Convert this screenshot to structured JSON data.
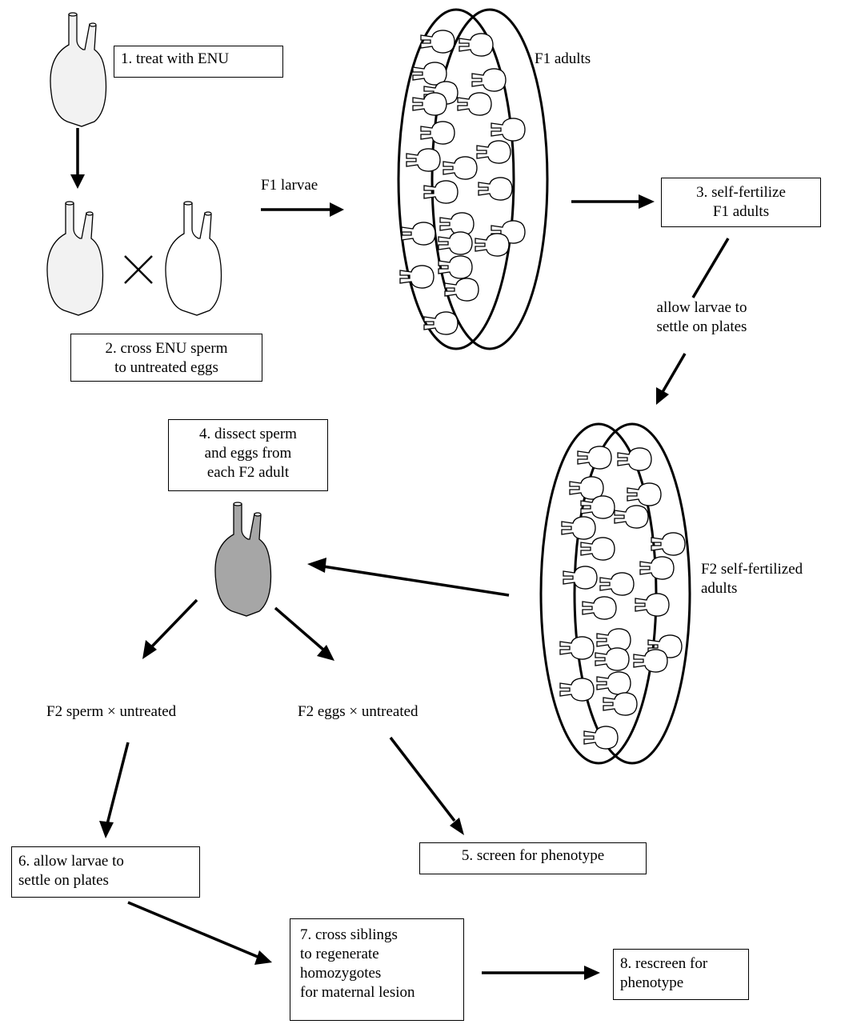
{
  "steps": {
    "step1": "1. treat with ENU",
    "step2": [
      "2. cross ENU sperm",
      "to untreated eggs"
    ],
    "step3": [
      "3. self-fertilize",
      "F1 adults"
    ],
    "step4": [
      "4. dissect sperm",
      "and eggs from",
      "each F2 adult"
    ],
    "step5": "5. screen for phenotype",
    "step6": [
      "6. allow larvae to",
      "settle on plates"
    ],
    "step7": [
      "7. cross siblings",
      "to regenerate",
      "homozygotes",
      "for maternal lesion"
    ],
    "step8": [
      "8. rescreen for",
      "phenotype"
    ]
  },
  "labels": {
    "f1_larvae": "F1 larvae",
    "f1_adults": "F1 adults",
    "allow_larvae": [
      "allow larvae to",
      "settle on plates"
    ],
    "f2_adults": [
      "F2 self-fertilized",
      "adults"
    ],
    "f2_sperm_cross": "F2 sperm × untreated",
    "f2_eggs_cross": "F2 eggs × untreated"
  },
  "colors": {
    "treated_body": "#f2f2f2",
    "untreated_body": "#ffffff",
    "f2_body": "#a6a6a6"
  }
}
